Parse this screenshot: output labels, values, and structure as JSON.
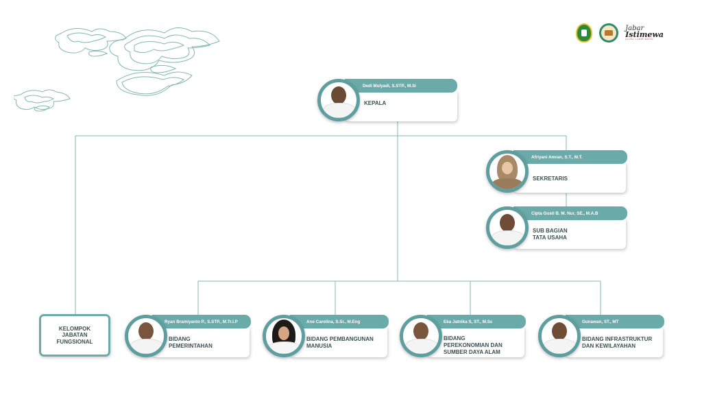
{
  "colors": {
    "accent": "#6aabaa",
    "ring": "#5e9e9e",
    "connector": "#7fb7b6",
    "text": "#3a5050"
  },
  "logos": {
    "istimewa_line1": "Jabar",
    "istimewa_line2": "Istimewa",
    "istimewa_tagline": "JUARA LAHIR BATIN"
  },
  "head": {
    "name": "Dedi Mulyadi, S.STP., M.Si",
    "title": "KEPALA"
  },
  "sekretaris": {
    "name": "Afriyani Amran, S.T., M.T.",
    "title": "SEKRETARIS"
  },
  "subbagian": {
    "name": "Cipta Gusti B. M. Nur, SE., M.A.B",
    "title": "SUB BAGIAN\nTATA USAHA"
  },
  "fungsional": {
    "title": "KELOMPOK\nJABATAN\nFUNGSIONAL"
  },
  "bidang": [
    {
      "name": "Ryan Bramiyanto P., S.STP., M.Tr.I.P",
      "title": "BIDANG\nPEMERINTAHAN"
    },
    {
      "name": "Ane Carolina, S.Si., M.Eng",
      "title": "BIDANG PEMBANGUNAN\nMANUSIA"
    },
    {
      "name": "Eka Jatnika S, ST., M.Sc",
      "title": "BIDANG\nPEREKONOMIAN DAN\nSUMBER DAYA ALAM"
    },
    {
      "name": "Gunawan, ST., MT",
      "title": "BIDANG INFRASTRUKTUR\nDAN KEWILAYAHAN"
    }
  ]
}
